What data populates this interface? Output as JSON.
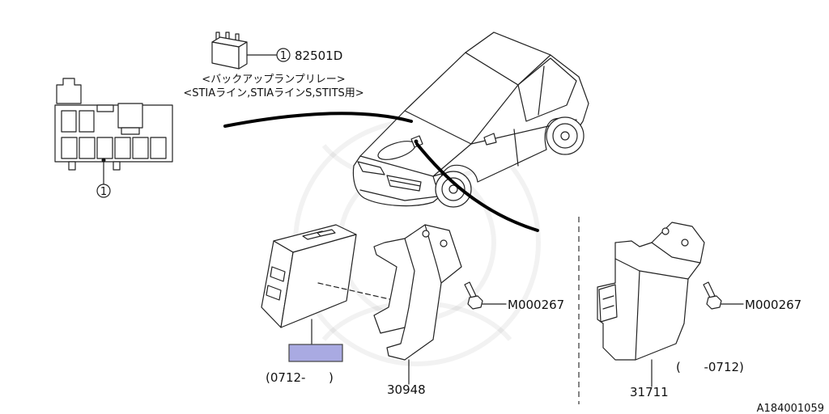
{
  "diagram": {
    "relay": {
      "callout": "1",
      "part_number": "82501D",
      "name": "<バックアップランプリレー>",
      "applicability": "<STIAライン,STIAラインS,STITS用>"
    },
    "fuse_box": {
      "callout": "1"
    },
    "control_unit": {
      "date_range": "(0712-      )"
    },
    "bracket_left": {
      "part_number": "30948",
      "bolt": "M000267"
    },
    "assembly_right": {
      "part_number": "31711",
      "date_range": "(      -0712)",
      "bolt": "M000267"
    },
    "figure_id": "A184001059"
  },
  "colors": {
    "highlight": "#a9aae2",
    "line": "#000000"
  }
}
